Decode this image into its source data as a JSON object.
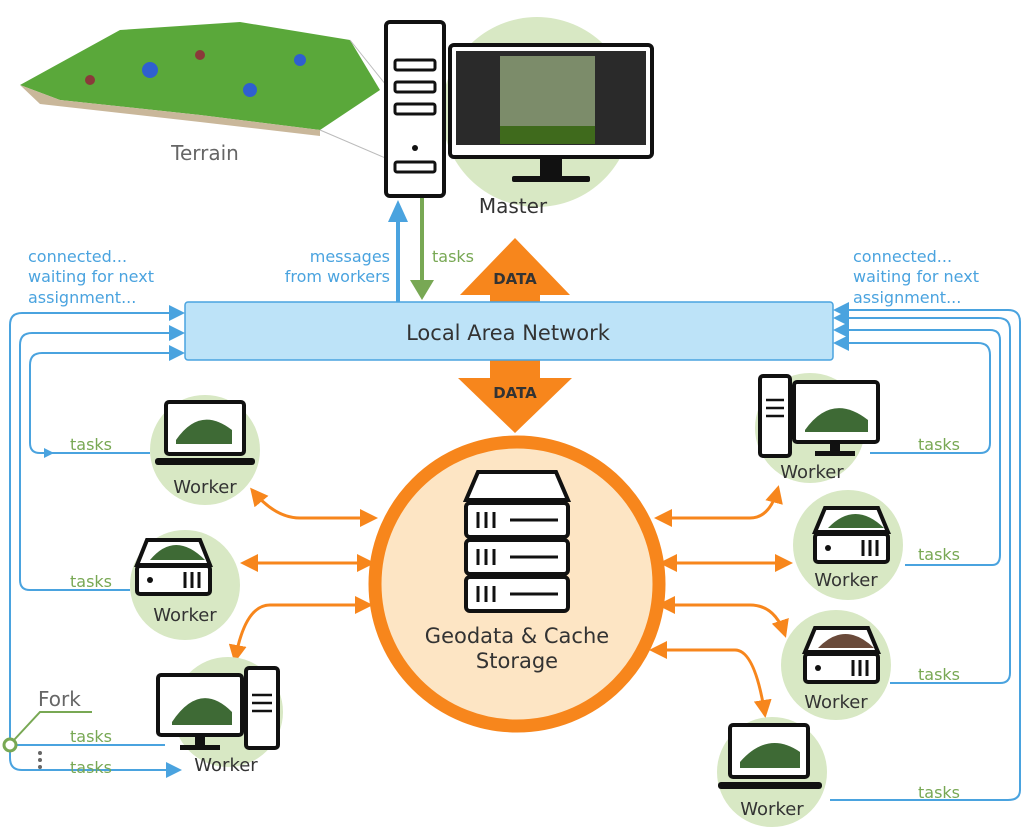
{
  "terrain": {
    "label": "Terrain"
  },
  "master": {
    "label": "Master"
  },
  "messages_label": [
    "messages",
    "from workers"
  ],
  "tasks_label": "tasks",
  "data_label": "DATA",
  "status_left": [
    "connected...",
    "waiting for next",
    "assignment..."
  ],
  "status_right": [
    "connected...",
    "waiting for next",
    "assignment..."
  ],
  "lan": {
    "label": "Local Area Network"
  },
  "storage": {
    "label_line1": "Geodata & Cache",
    "label_line2": "Storage"
  },
  "worker_label": "Worker",
  "fork_label": "Fork",
  "colors": {
    "network": "#4aa3df",
    "tasks": "#78a854",
    "data": "#f7861c",
    "lan_fill": "#bde3f8",
    "storage_fill": "#fde5c4",
    "worker_bg": "#d8e8c4"
  }
}
